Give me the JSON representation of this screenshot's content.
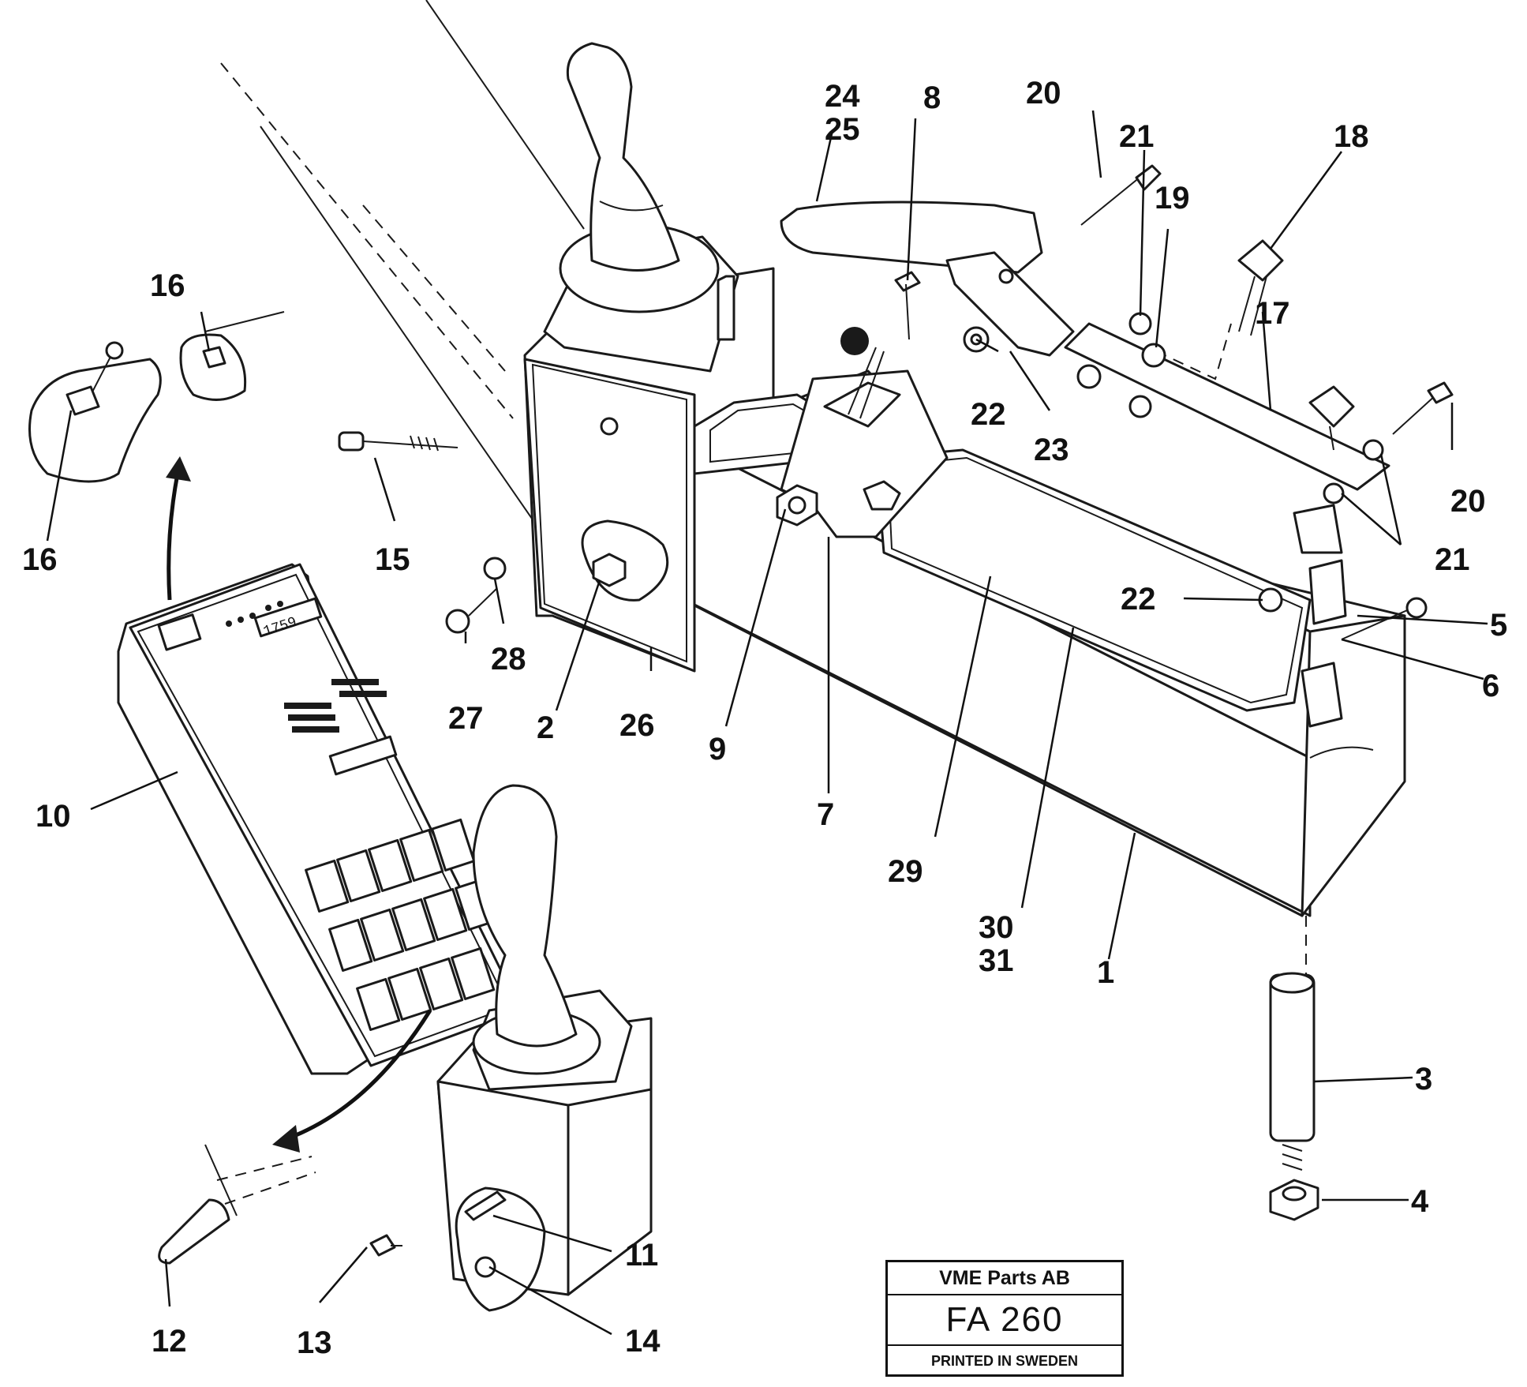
{
  "title_block": {
    "company": "VME Parts AB",
    "code": "FA 260",
    "printed": "PRINTED IN SWEDEN"
  },
  "callouts": [
    "1",
    "2",
    "3",
    "4",
    "5",
    "6",
    "7",
    "8",
    "9",
    "10",
    "11",
    "12",
    "13",
    "14",
    "15",
    "16",
    "16",
    "17",
    "18",
    "19",
    "20",
    "20",
    "21",
    "21",
    "22",
    "22",
    "23",
    "24",
    "25",
    "26",
    "27",
    "28",
    "29",
    "30",
    "31"
  ],
  "panel": {
    "display_value": "1759"
  }
}
